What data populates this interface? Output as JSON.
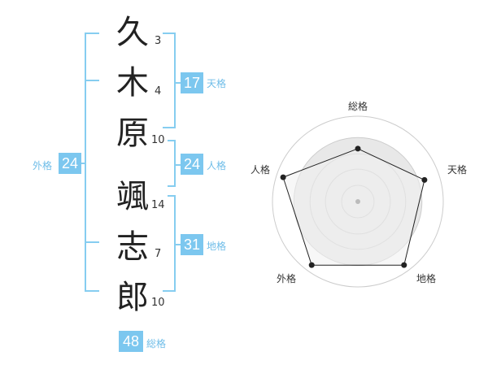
{
  "name_chars": [
    {
      "char": "久",
      "strokes": "3"
    },
    {
      "char": "木",
      "strokes": "4"
    },
    {
      "char": "原",
      "strokes": "10"
    },
    {
      "char": "颯",
      "strokes": "14"
    },
    {
      "char": "志",
      "strokes": "7"
    },
    {
      "char": "郎",
      "strokes": "10"
    }
  ],
  "scores": {
    "tenkaku": {
      "value": "17",
      "label": "天格"
    },
    "jinkaku": {
      "value": "24",
      "label": "人格"
    },
    "chikaku": {
      "value": "31",
      "label": "地格"
    },
    "gaikaku": {
      "value": "24",
      "label": "外格"
    },
    "soukaku": {
      "value": "48",
      "label": "総格"
    }
  },
  "radar": {
    "axes": [
      "総格",
      "天格",
      "地格",
      "外格",
      "人格"
    ],
    "values": [
      0.62,
      0.82,
      0.92,
      0.92,
      0.92
    ],
    "colors": {
      "fill": "#f0f0f0",
      "line": "#222222",
      "ring": "#cccccc",
      "point": "#222222",
      "center": "#bbbbbb"
    }
  },
  "colors": {
    "accent": "#7cc7ef",
    "bracket": "#86cdf0"
  }
}
